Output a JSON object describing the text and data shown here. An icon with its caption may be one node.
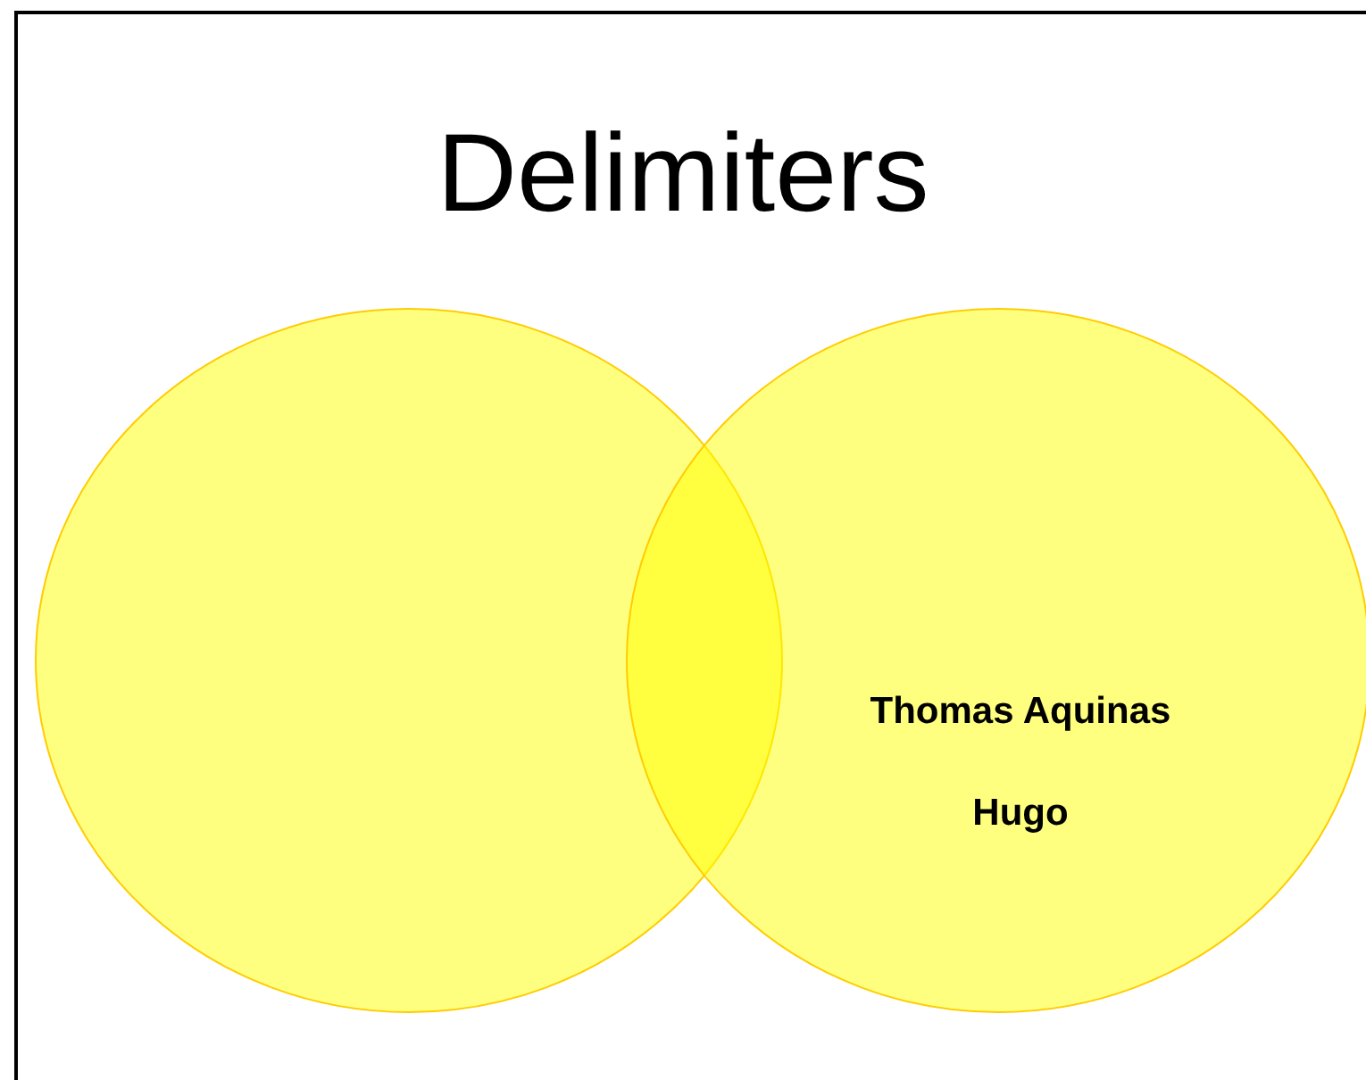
{
  "diagram": {
    "title": "Delimiters",
    "nodes": [
      {
        "text": [],
        "shape": "circle"
      },
      {
        "text": [
          "Thomas Aquinas",
          "Hugo"
        ]
      }
    ]
  }
}
